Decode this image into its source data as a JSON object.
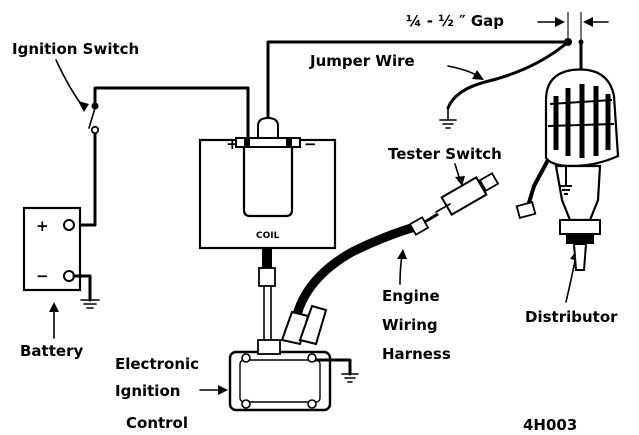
{
  "labels": {
    "ignition_switch": "Ignition Switch",
    "gap": "¼ - ½ ″ Gap",
    "jumper_wire": "Jumper Wire",
    "tester_switch": "Tester Switch",
    "coil": "COIL",
    "coil_plus": "+",
    "coil_minus": "−",
    "battery_plus": "+",
    "battery_minus": "−",
    "battery": "Battery",
    "engine_wiring_harness_line1": "Engine",
    "engine_wiring_harness_line2": "Wiring",
    "engine_wiring_harness_line3": "Harness",
    "distributor": "Distributor",
    "eic_line1": "Electronic",
    "eic_line2": "Ignition",
    "eic_line3": "Control",
    "figure_code": "4H003"
  }
}
